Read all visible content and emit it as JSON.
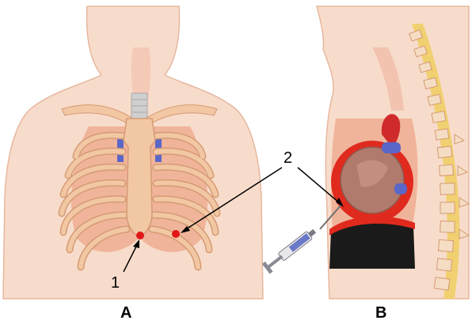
{
  "labels": {
    "marker_1": "1",
    "marker_2": "2"
  },
  "panels": {
    "a": "A",
    "b": "B"
  },
  "colors": {
    "skin": "#f8dccb",
    "skin_outline": "#e6b79f",
    "bone": "#f2c7a3",
    "bone_outline": "#d49b74",
    "inner_chest": "#f0b49a",
    "trachea": "#cfcfcf",
    "puncture_point": "#e01818",
    "pericardium": "#e02a1e",
    "heart": "#b07a6c",
    "vein": "#5a66c8",
    "artery": "#d02b2b",
    "spine": "#f5ddc4",
    "spinal_cord": "#f0d070",
    "dark_cavity": "#1a1a1a"
  }
}
